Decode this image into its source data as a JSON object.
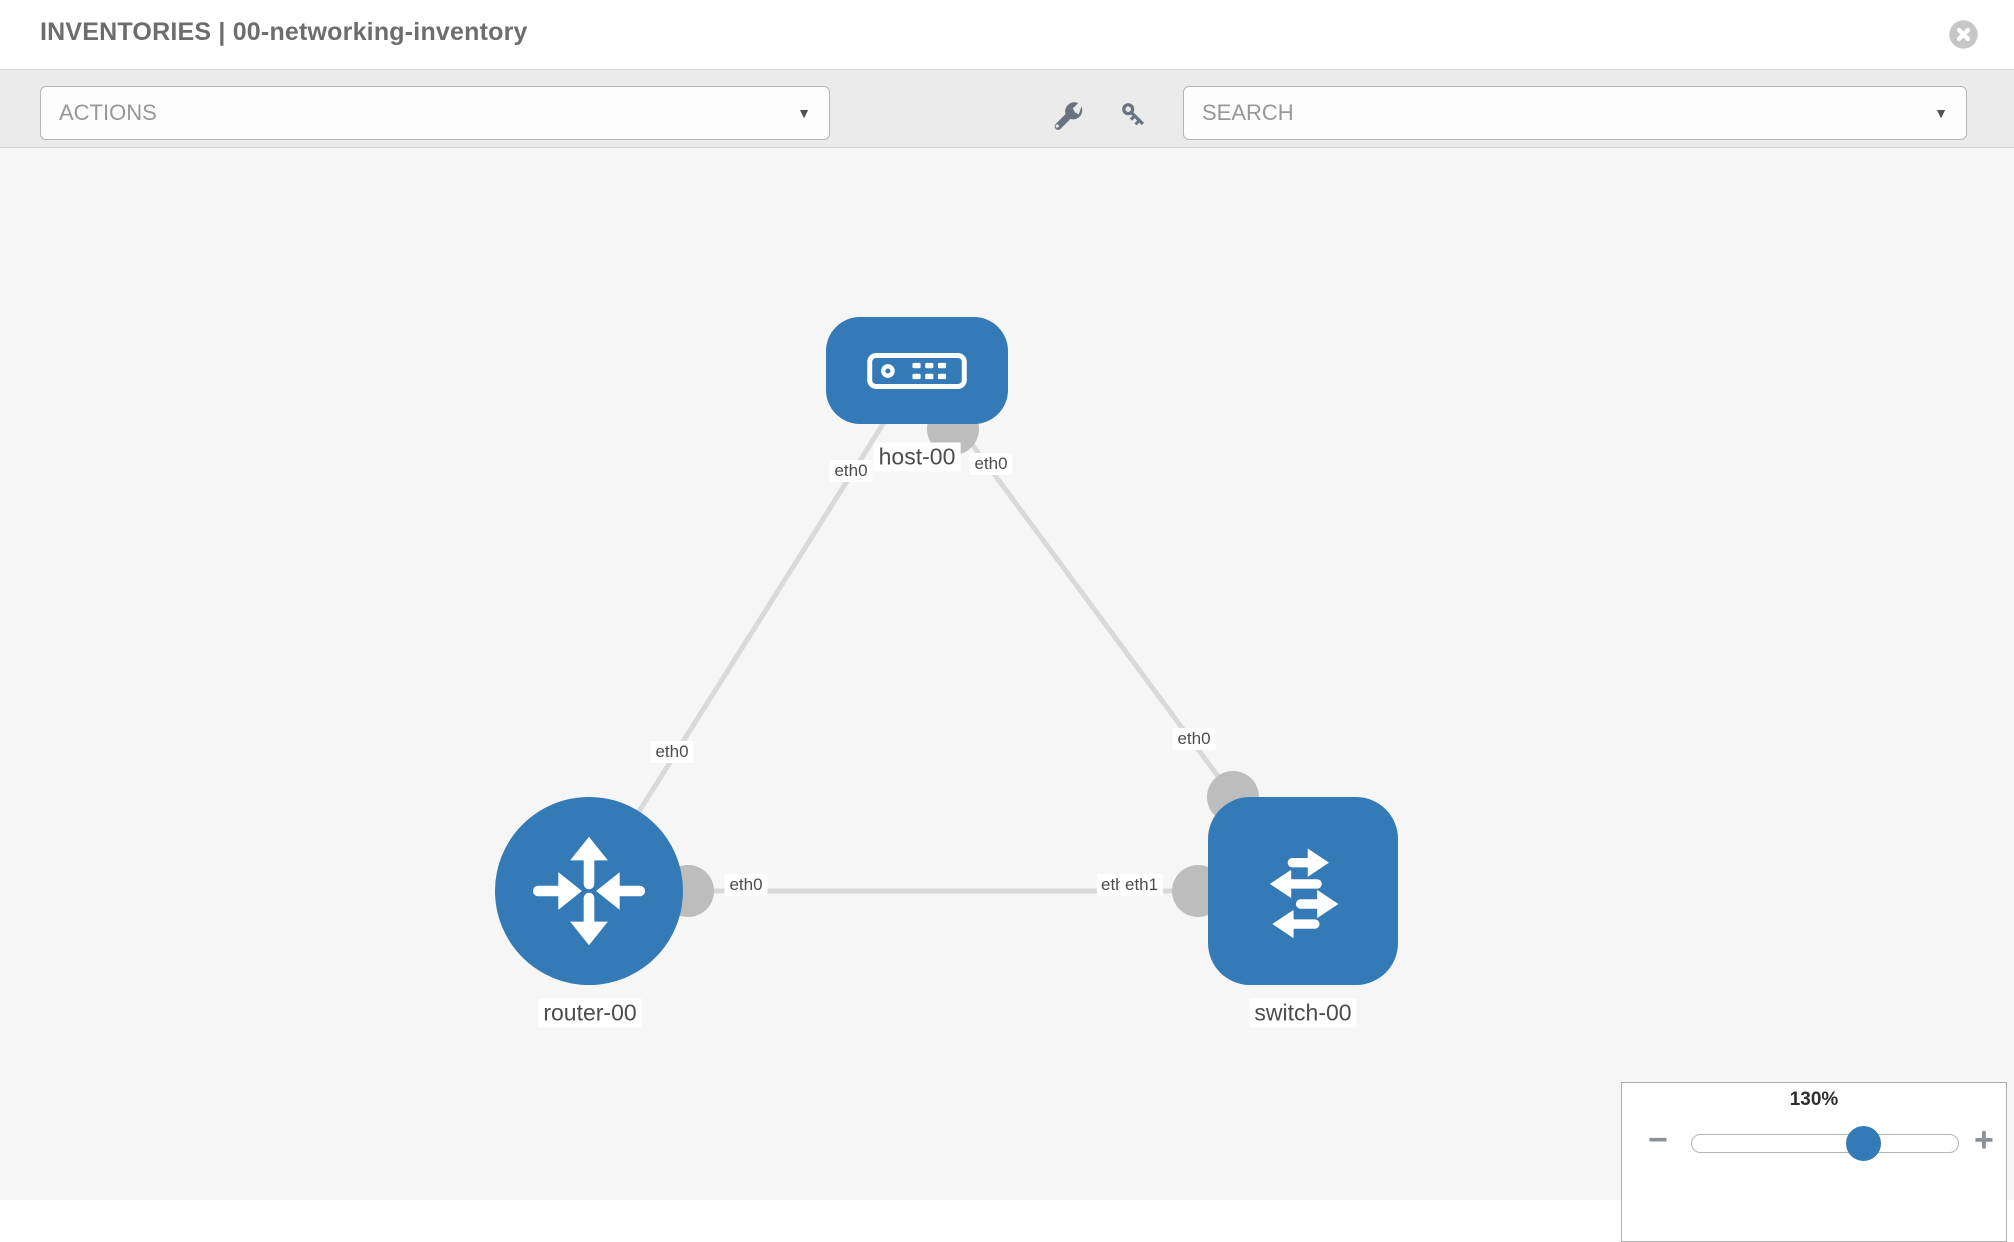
{
  "header": {
    "title": "INVENTORIES | 00-networking-inventory",
    "close_icon": "x-circle"
  },
  "toolbar": {
    "actions_label": "ACTIONS",
    "search_placeholder": "SEARCH",
    "tool_icons": [
      "wrench-icon",
      "key-icon"
    ]
  },
  "topology": {
    "nodes": [
      {
        "id": "host-00",
        "label": "host-00",
        "type": "host",
        "icon": "host-icon",
        "shape": "rounded-rect"
      },
      {
        "id": "router-00",
        "label": "router-00",
        "type": "router",
        "icon": "router-icon",
        "shape": "circle"
      },
      {
        "id": "switch-00",
        "label": "switch-00",
        "type": "switch",
        "icon": "switch-icon",
        "shape": "rounded-square"
      }
    ],
    "links": [
      {
        "from": "host-00",
        "to": "router-00",
        "from_label": "eth0",
        "to_label": "eth0"
      },
      {
        "from": "host-00",
        "to": "switch-00",
        "from_label": "eth0",
        "to_label": "eth0"
      },
      {
        "from": "router-00",
        "to": "switch-00",
        "from_label": "eth0",
        "to_label": "eth1"
      }
    ],
    "labels": {
      "host_left_eth": "eth0",
      "host_right_eth": "eth0",
      "router_diag_eth": "eth0",
      "switch_diag_eth": "eth0",
      "horiz_left_eth": "eth0",
      "horiz_right_overlap": "eth1",
      "horiz_right_eth": "eth1"
    },
    "colors": {
      "node_fill": "#337ab7",
      "link_stroke": "#d9d9d9",
      "interface_dot": "#bdbdbd",
      "canvas_bg": "#f6f6f6"
    }
  },
  "zoom_control": {
    "level_label": "130%",
    "minus_label": "−",
    "plus_label": "+",
    "value_percent": 65
  }
}
